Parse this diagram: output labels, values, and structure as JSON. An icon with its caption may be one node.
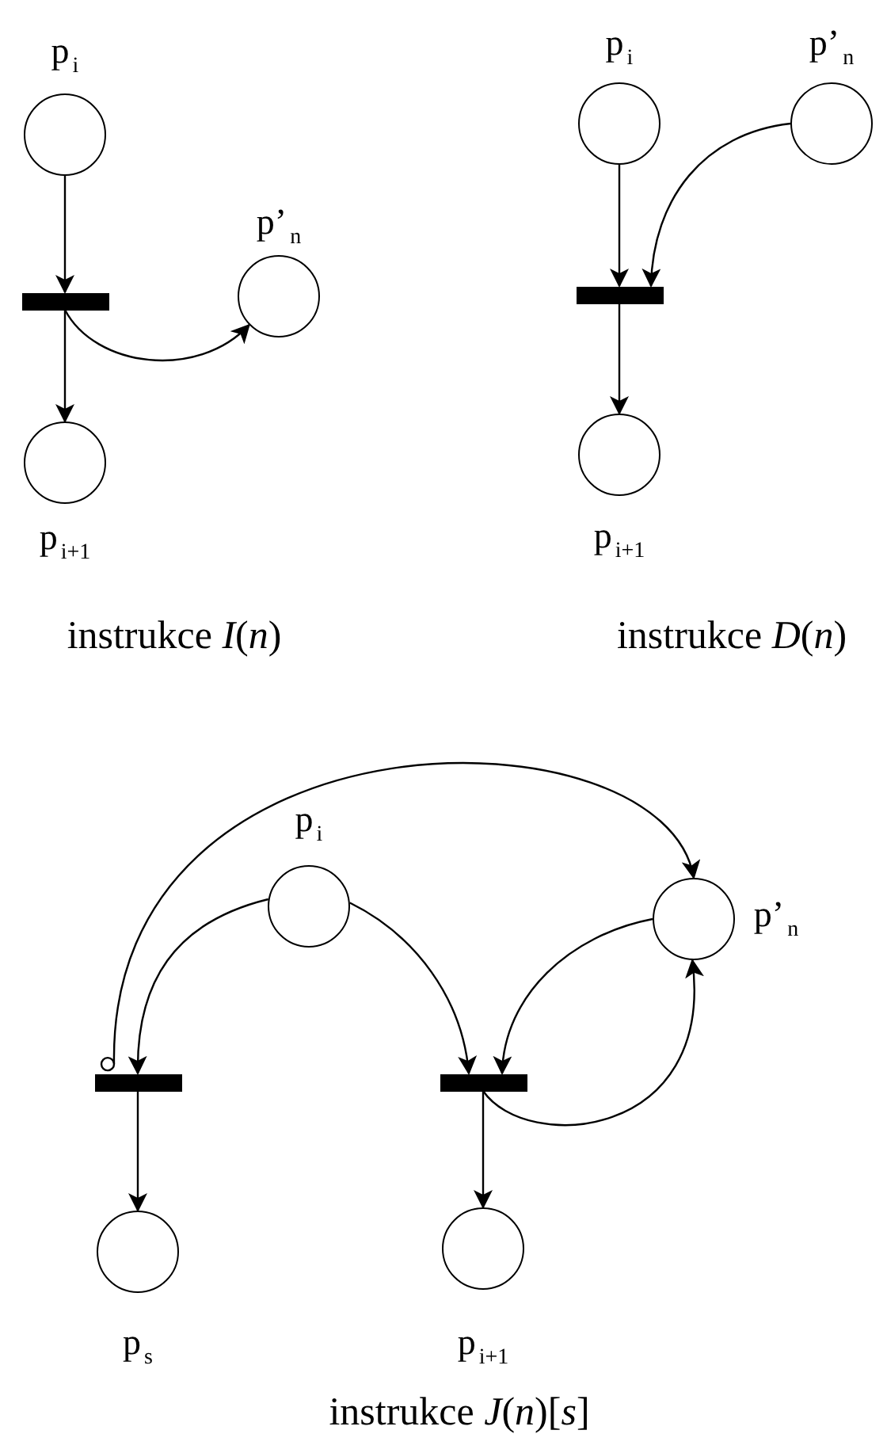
{
  "diagram": {
    "nodes": [
      {
        "text": [
          "p$_{i}$"
        ]
      },
      {
        "text": [],
        "shape": "bar"
      },
      {
        "text": [
          "p’$_{n}$"
        ]
      },
      {
        "text": [
          "p$_{i+1}$"
        ]
      },
      {
        "text": [
          "p$_{i}$"
        ]
      },
      {
        "text": [
          "p’$_{n}$"
        ]
      },
      {
        "text": [],
        "shape": "bar"
      },
      {
        "text": [
          "p$_{i+1}$"
        ]
      },
      {
        "text": [
          "p$_{i}$"
        ]
      },
      {
        "text": [
          "p’$_{n}$"
        ]
      },
      {
        "text": [],
        "shape": "bar"
      },
      {
        "text": [],
        "shape": "bar"
      },
      {
        "text": [
          "p$_{s}$"
        ]
      },
      {
        "text": [
          "p$_{i+1}$"
        ]
      }
    ],
    "edges": [
      {
        "from": 0,
        "to": 1,
        "arrow": "to"
      },
      {
        "from": 1,
        "to": 3,
        "arrow": "to"
      },
      {
        "from": 1,
        "to": 2,
        "arrow": "to"
      },
      {
        "from": 4,
        "to": 6,
        "arrow": "to"
      },
      {
        "from": 5,
        "to": 6,
        "arrow": "to"
      },
      {
        "from": 6,
        "to": 7,
        "arrow": "to"
      },
      {
        "from": 8,
        "to": 10,
        "arrow": "to"
      },
      {
        "from": 8,
        "to": 11,
        "arrow": "to"
      },
      {
        "from": 9,
        "to": 11,
        "arrow": "to"
      },
      {
        "from": 11,
        "to": 9,
        "arrow": "to"
      },
      {
        "from": 10,
        "to": 9,
        "arrow": "to"
      },
      {
        "from": 10,
        "to": 12,
        "arrow": "to"
      },
      {
        "from": 11,
        "to": 13,
        "arrow": "to"
      }
    ],
    "labels": [
      "instrukce *I*(*n*)",
      "instrukce *D*(*n*)",
      "instrukce *J*(*n*)[*s*]"
    ]
  }
}
